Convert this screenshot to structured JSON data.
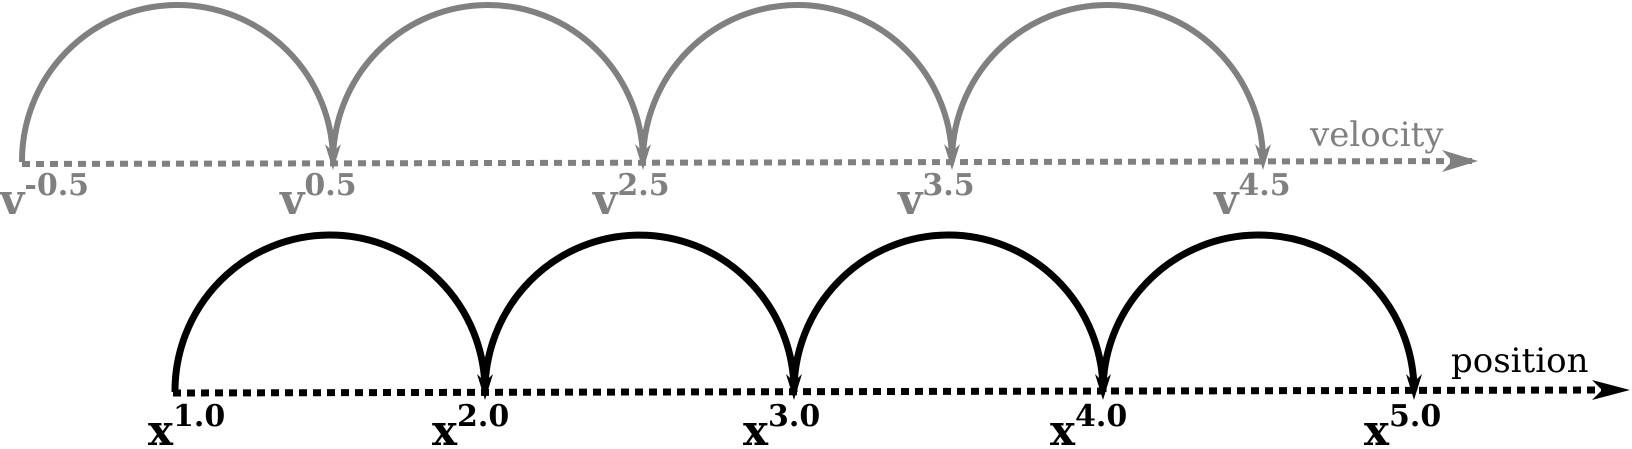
{
  "velocity": {
    "axis_label": "velocity",
    "color": "#808080",
    "symbol": "v",
    "points": [
      "-0.5",
      "0.5",
      "2.5",
      "3.5",
      "4.5"
    ]
  },
  "position": {
    "axis_label": "position",
    "color": "#000000",
    "symbol": "x",
    "points": [
      "1.0",
      "2.0",
      "3.0",
      "4.0",
      "5.0"
    ]
  }
}
